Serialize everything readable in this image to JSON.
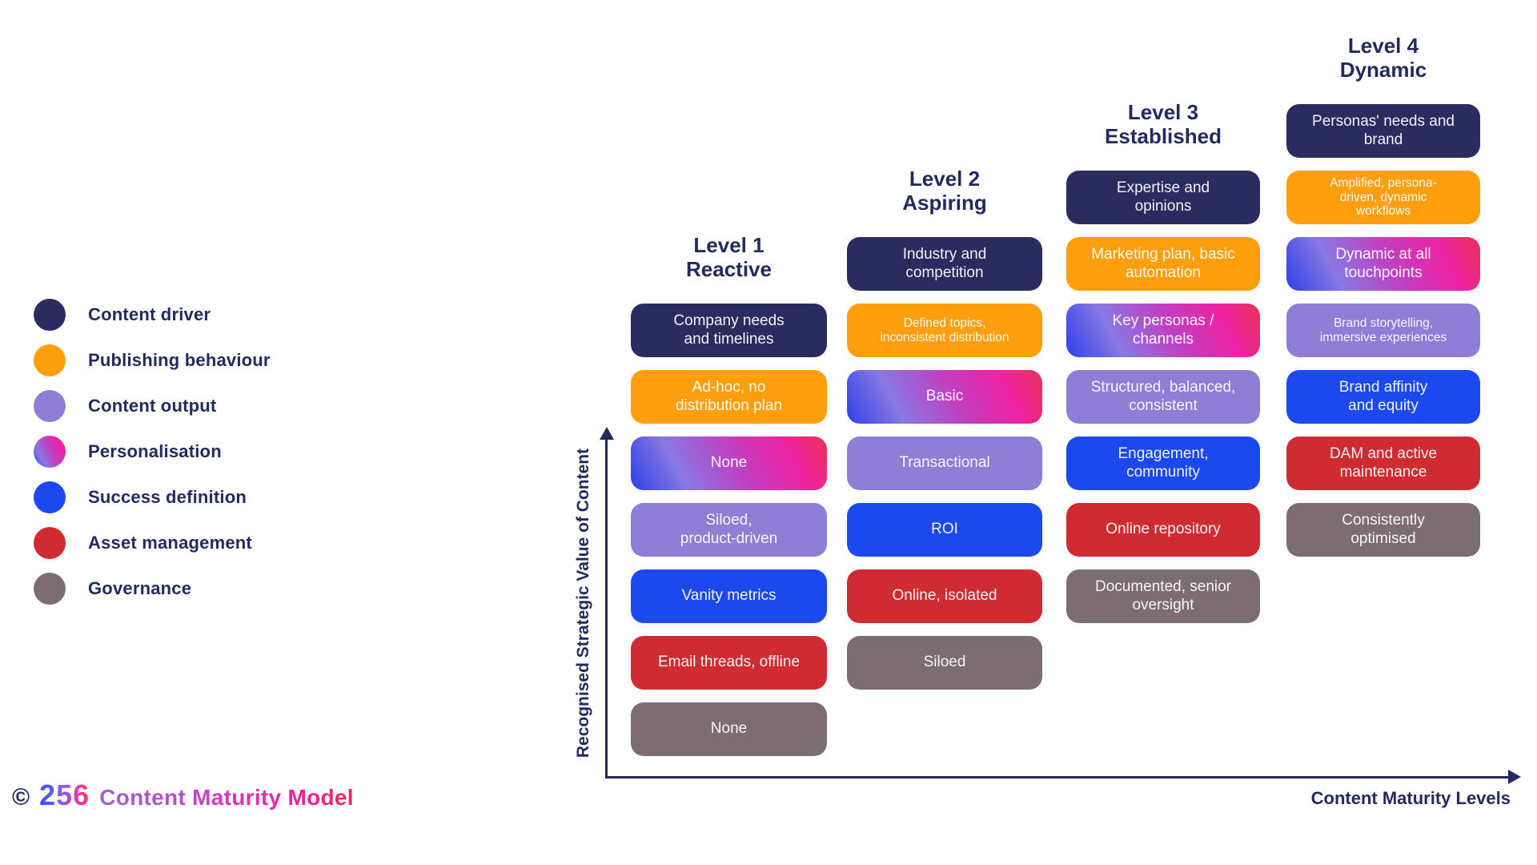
{
  "title": "Content Maturity Model",
  "colors": {
    "ink": "#232A60",
    "navy": "#2A2C5F",
    "orange": "#FF9F0E",
    "purple": "#8F7DD6",
    "blue": "#1C49EE",
    "red": "#CF2B33",
    "gray": "#7C6D73",
    "gradient_stops": [
      "#2C41E9 0%",
      "#8878E2 26%",
      "#C23EC0 55%",
      "#EE22A2 80%",
      "#E93355 100%"
    ],
    "brand_gradient_stops": [
      "#2B55F5 0%",
      "#8B5CE8 45%",
      "#EF35A0 80%",
      "#EE4458 100%"
    ],
    "title_gradient_stops": [
      "#9A64D6 0%",
      "#C840C4 45%",
      "#F01F93 80%",
      "#EC2A5C 100%"
    ]
  },
  "legend": {
    "items": [
      {
        "label": "Content driver",
        "category": "content-driver"
      },
      {
        "label": "Publishing behaviour",
        "category": "publishing-behaviour"
      },
      {
        "label": "Content output",
        "category": "content-output"
      },
      {
        "label": "Personalisation",
        "category": "personalisation"
      },
      {
        "label": "Success definition",
        "category": "success-definition"
      },
      {
        "label": "Asset management",
        "category": "asset-management"
      },
      {
        "label": "Governance",
        "category": "governance"
      }
    ]
  },
  "axes": {
    "y_label": "Recognised Strategic Value of Content",
    "x_label": "Content Maturity Levels"
  },
  "footer": {
    "copyright_symbol": "©",
    "brand": "256",
    "title": "Content Maturity Model"
  },
  "columns": [
    {
      "header": "Level 1\nReactive",
      "boxes": [
        {
          "label": "Company needs\nand timelines",
          "category": "content-driver"
        },
        {
          "label": "Ad-hoc, no\ndistribution plan",
          "category": "publishing-behaviour"
        },
        {
          "label": "None",
          "category": "personalisation"
        },
        {
          "label": "Siloed,\nproduct-driven",
          "category": "content-output"
        },
        {
          "label": "Vanity metrics",
          "category": "success-definition"
        },
        {
          "label": "Email threads, offline",
          "category": "asset-management"
        },
        {
          "label": "None",
          "category": "governance"
        }
      ]
    },
    {
      "header": "Level 2\nAspiring",
      "boxes": [
        {
          "label": "Industry and\ncompetition",
          "category": "content-driver"
        },
        {
          "label": "Defined topics,\ninconsistent distribution",
          "category": "publishing-behaviour",
          "small": true
        },
        {
          "label": "Basic",
          "category": "personalisation"
        },
        {
          "label": "Transactional",
          "category": "content-output"
        },
        {
          "label": "ROI",
          "category": "success-definition"
        },
        {
          "label": "Online, isolated",
          "category": "asset-management"
        },
        {
          "label": "Siloed",
          "category": "governance"
        }
      ]
    },
    {
      "header": "Level 3\nEstablished",
      "boxes": [
        {
          "label": "Expertise and\nopinions",
          "category": "content-driver"
        },
        {
          "label": "Marketing plan, basic\nautomation",
          "category": "publishing-behaviour"
        },
        {
          "label": "Key personas /\nchannels",
          "category": "personalisation"
        },
        {
          "label": "Structured, balanced,\nconsistent",
          "category": "content-output"
        },
        {
          "label": "Engagement,\ncommunity",
          "category": "success-definition"
        },
        {
          "label": "Online repository",
          "category": "asset-management"
        },
        {
          "label": "Documented, senior\noversight",
          "category": "governance"
        }
      ]
    },
    {
      "header": "Level 4\nDynamic",
      "boxes": [
        {
          "label": "Personas' needs and\nbrand",
          "category": "content-driver"
        },
        {
          "label": "Amplified, persona-\ndriven, dynamic\nworkflows",
          "category": "publishing-behaviour",
          "small": true
        },
        {
          "label": "Dynamic at all\ntouchpoints",
          "category": "personalisation"
        },
        {
          "label": "Brand storytelling,\nimmersive experiences",
          "category": "content-output",
          "small": true
        },
        {
          "label": "Brand affinity\nand equity",
          "category": "success-definition"
        },
        {
          "label": "DAM and active\nmaintenance",
          "category": "asset-management"
        },
        {
          "label": "Consistently\noptimised",
          "category": "governance"
        }
      ]
    }
  ]
}
